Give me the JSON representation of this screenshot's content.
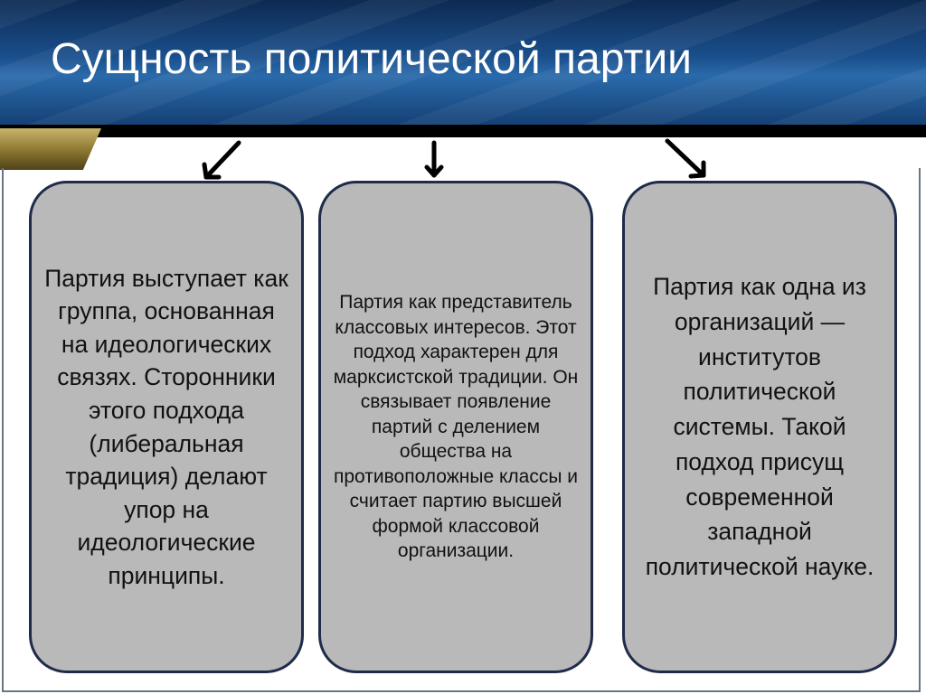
{
  "slide": {
    "title": "Сущность политической партии"
  },
  "boxes": [
    {
      "text": "Партия выступает как группа, основанная на идеологических связях. Сторонники этого подхода (либеральная традиция) делают упор на идеологические принципы."
    },
    {
      "text": "Партия как представитель классовых интересов. Этот подход характерен для марксистской традиции. Он связывает появление партий с делением общества на противоположные классы и считает партию высшей формой классовой организации."
    },
    {
      "text": "Партия как одна из организаций — институтов политической системы. Такой подход присущ современной западной политической науке."
    }
  ],
  "colors": {
    "header": "#1a4f8c",
    "box_fill": "#b9b9b9",
    "box_border": "#1e2b4a",
    "accent_gold": "#a08a3c"
  }
}
